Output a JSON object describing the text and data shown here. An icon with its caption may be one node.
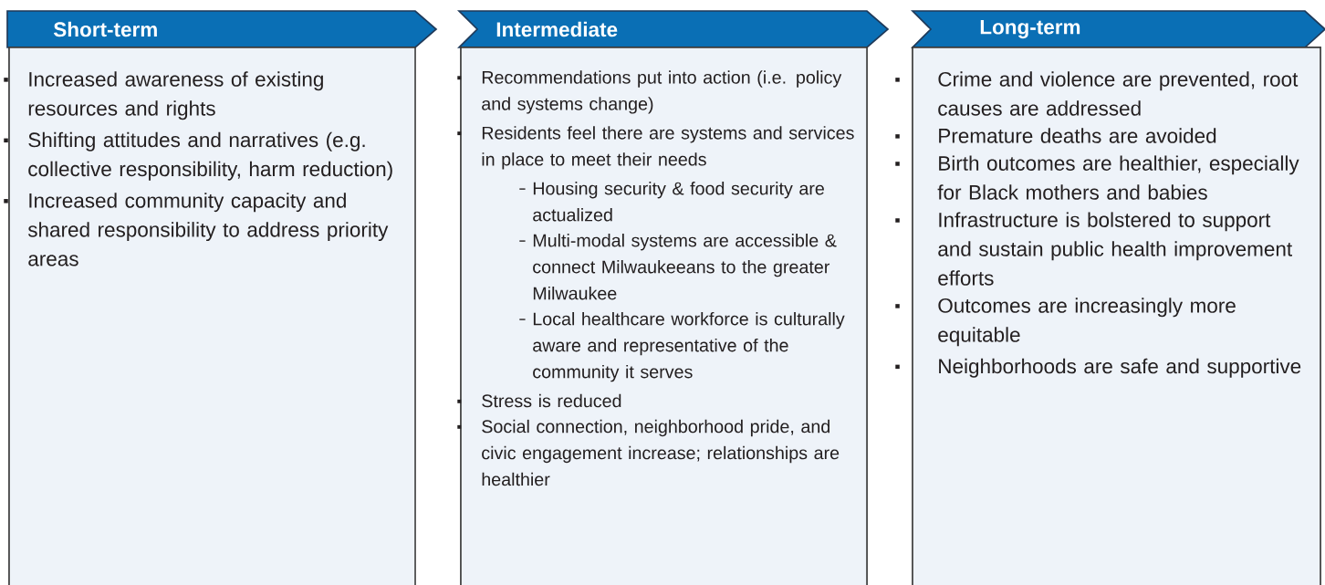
{
  "diagram": {
    "nodes": [
      {
        "text": [
          "Short-term"
        ]
      },
      {
        "text": [
          "Increased awareness of existing resources and rights",
          "Shifting attitudes and narratives (e.g. collective responsibility, harm reduction)",
          "Increased community capacity and shared responsibility to address priority areas"
        ]
      },
      {
        "text": [
          "Intermediate"
        ]
      },
      {
        "text": [
          "Recommendations put into action (i.e. policy and systems change)",
          "Residents feel there are systems and services in place to meet their needs",
          "Housing security & food security are actualized",
          "Multi-modal systems are accessible & connect Milwaukeeans to the greater Milwaukee",
          "Local healthcare workforce is culturally aware and representative of the community it serves",
          "Stress is reduced",
          "Social connection, neighborhood pride, and civic engagement increase; relationships are healthier"
        ]
      },
      {
        "text": [
          "Long-term"
        ]
      },
      {
        "text": [
          "Crime and violence are prevented, root causes are addressed",
          "Premature deaths are avoided",
          "Birth outcomes are healthier, especially for Black mothers and babies",
          "Infrastructure is bolstered to support and sustain public health improvement efforts",
          "Outcomes are increasingly more equitable",
          "Neighborhoods are safe and supportive"
        ]
      }
    ]
  }
}
